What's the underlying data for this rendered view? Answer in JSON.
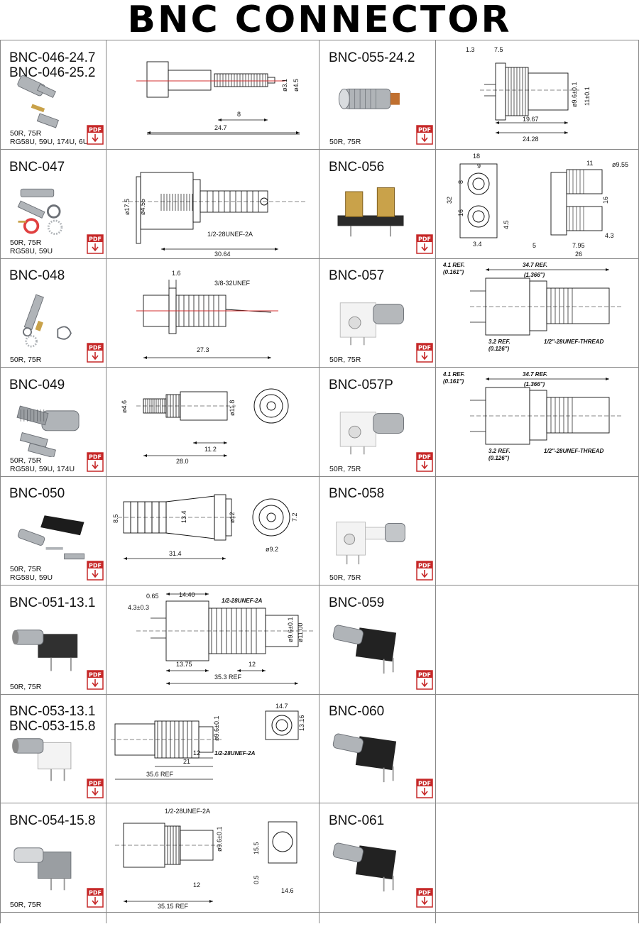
{
  "title": "BNC CONNECTOR",
  "pdf_label": "PDF",
  "left": [
    {
      "model": "BNC-046-24.7\nBNC-046-25.2",
      "spec": "50R, 75R\nRG58U, 59U, 174U, 6U",
      "dims": {
        "a": "24.7",
        "b": "8",
        "c": "ø3.1",
        "d": "ø4.5"
      }
    },
    {
      "model": "BNC-047",
      "spec": "50R, 75R\nRG58U, 59U",
      "dims": {
        "a": "30.64",
        "b": "1/2-28UNEF-2A",
        "c": "ø17.5",
        "d": "ø4.55"
      }
    },
    {
      "model": "BNC-048",
      "spec": "50R, 75R",
      "dims": {
        "a": "27.3",
        "b": "1.6",
        "c": "3/8-32UNEF"
      }
    },
    {
      "model": "BNC-049",
      "spec": "50R, 75R\nRG58U, 59U, 174U",
      "dims": {
        "a": "28.0",
        "b": "11.2",
        "c": "ø4.6",
        "d": "ø11.8"
      }
    },
    {
      "model": "BNC-050",
      "spec": "50R, 75R\nRG58U, 59U",
      "dims": {
        "a": "31.4",
        "b": "8.5",
        "c": "13.4",
        "d": "ø12",
        "e": "ø9.2",
        "f": "7.2"
      }
    },
    {
      "model": "BNC-051-13.1",
      "spec": "50R, 75R",
      "dims": {
        "a": "35.3 REF",
        "b": "13.75",
        "c": "12",
        "d": "14.40",
        "e": "0.65",
        "f": "4.3±0.3",
        "g": "1/2-28UNEF-2A",
        "h": "ø9.6±0.1",
        "i": "ø11.00"
      }
    },
    {
      "model": "BNC-053-13.1\nBNC-053-15.8",
      "spec": "",
      "dims": {
        "a": "35.6  REF",
        "b": "21",
        "c": "12",
        "d": "1/2-28UNEF-2A",
        "e": "ø9.6±0.1",
        "f": "14.7",
        "g": "13.16"
      }
    },
    {
      "model": "BNC-054-15.8",
      "spec": "50R, 75R",
      "dims": {
        "a": "35.15 REF",
        "b": "12",
        "c": "1/2-28UNEF-2A",
        "d": "ø9.6±0.1",
        "e": "15.5",
        "f": "14.6",
        "g": "0.5"
      }
    }
  ],
  "right": [
    {
      "model": "BNC-055-24.2",
      "spec": "50R, 75R",
      "dims": {
        "a": "1.3",
        "b": "7.5",
        "c": "19.67",
        "d": "24.28",
        "e": "ø9.6±0.1",
        "f": "11±0.1"
      }
    },
    {
      "model": "BNC-056",
      "spec": "",
      "dims": {
        "a": "18",
        "b": "9",
        "c": "8",
        "d": "32",
        "e": "16",
        "f": "4.5",
        "g": "3.4",
        "h": "11",
        "i": "ø9.55",
        "j": "16",
        "k": "4.3",
        "l": "5",
        "m": "7.95",
        "n": "26"
      }
    },
    {
      "model": "BNC-057",
      "spec": "50R, 75R",
      "dims": {
        "a": "4.1  REF.",
        "b": "(0.161\")",
        "c": "34.7  REF.",
        "d": "(1.366\")",
        "e": "3.2  REF.",
        "f": "(0.126\")",
        "g": "1/2\"-28UNEF-THREAD"
      }
    },
    {
      "model": "BNC-057P",
      "spec": "50R, 75R",
      "dims": {
        "a": "4.1  REF.",
        "b": "(0.161\")",
        "c": "34.7  REF.",
        "d": "(1.366\")",
        "e": "3.2  REF.",
        "f": "(0.126\")",
        "g": "1/2\"-28UNEF-THREAD"
      }
    },
    {
      "model": "BNC-058",
      "spec": "50R, 75R",
      "dims": {}
    },
    {
      "model": "BNC-059",
      "spec": "",
      "dims": {}
    },
    {
      "model": "BNC-060",
      "spec": "",
      "dims": {}
    },
    {
      "model": "BNC-061",
      "spec": "",
      "dims": {}
    }
  ]
}
